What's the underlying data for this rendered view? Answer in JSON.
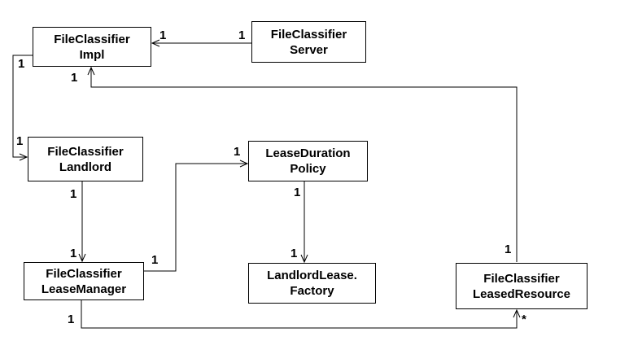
{
  "diagram": {
    "type": "uml-class-diagram",
    "background_color": "#ffffff",
    "line_color": "#000000",
    "text_color": "#000000"
  },
  "classes": [
    {
      "id": "file-classifier-impl",
      "line1": "FileClassifier",
      "line2": "Impl"
    },
    {
      "id": "file-classifier-server",
      "line1": "FileClassifier",
      "line2": "Server"
    },
    {
      "id": "file-classifier-landlord",
      "line1": "FileClassifier",
      "line2": "Landlord"
    },
    {
      "id": "lease-duration-policy",
      "line1": "LeaseDuration",
      "line2": "Policy"
    },
    {
      "id": "file-classifier-lease-manager",
      "line1": "FileClassifier",
      "line2": "LeaseManager"
    },
    {
      "id": "landlord-lease-factory",
      "line1": "LandlordLease.",
      "line2": "Factory"
    },
    {
      "id": "file-classifier-leased-resource",
      "line1": "FileClassifier",
      "line2": "LeasedResource"
    }
  ],
  "associations": [
    {
      "from": "FileClassifierServer",
      "to": "FileClassifierImpl",
      "from_multiplicity": "1",
      "to_multiplicity": "1"
    },
    {
      "from": "FileClassifierImpl",
      "to": "FileClassifierLandlord",
      "from_multiplicity": "1",
      "to_multiplicity": "1"
    },
    {
      "from": "FileClassifierLandlord",
      "to": "FileClassifierLeaseManager",
      "from_multiplicity": "1",
      "to_multiplicity": "1"
    },
    {
      "from": "FileClassifierLeaseManager",
      "to": "LeaseDurationPolicy",
      "from_multiplicity": "1",
      "to_multiplicity": "1"
    },
    {
      "from": "LeaseDurationPolicy",
      "to": "LandlordLease.Factory",
      "from_multiplicity": "1",
      "to_multiplicity": "1"
    },
    {
      "from": "FileClassifierLeasedResource",
      "to": "FileClassifierImpl",
      "from_multiplicity": "1",
      "to_multiplicity": "1"
    },
    {
      "from": "FileClassifierLeaseManager",
      "to": "FileClassifierLeasedResource",
      "from_multiplicity": "1",
      "to_multiplicity": "*"
    }
  ]
}
